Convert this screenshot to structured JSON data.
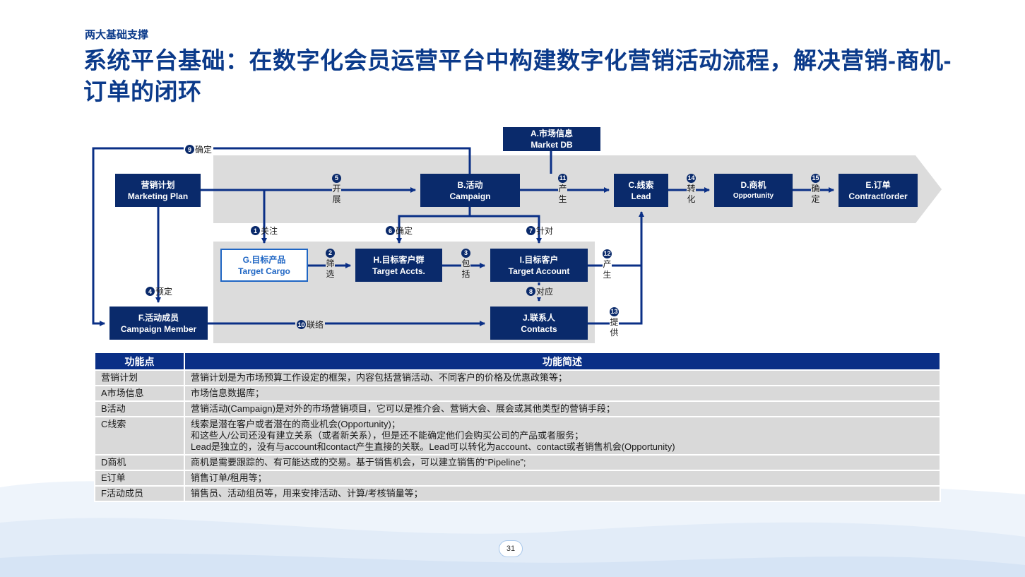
{
  "header": {
    "subtitle": "两大基础支撑",
    "title": "系统平台基础：在数字化会员运营平台中构建数字化营销活动流程，解决营销-商机-订单的闭环"
  },
  "colors": {
    "navy": "#0a2a6b",
    "accent_blue": "#1f66c4",
    "table_header": "#0a2f86",
    "table_cell": "#d9d9d9",
    "band": "#dcdcdc"
  },
  "boxes": {
    "market_db": {
      "l1": "A.市场信息",
      "l2": "Market DB"
    },
    "marketing_plan": {
      "l1": "营销计划",
      "l2": "Marketing Plan"
    },
    "campaign": {
      "l1": "B.活动",
      "l2": "Campaign"
    },
    "lead": {
      "l1": "C.线索",
      "l2": "Lead"
    },
    "opportunity": {
      "l1": "D.商机",
      "l2": "Opportunity"
    },
    "order": {
      "l1": "E.订单",
      "l2": "Contract/order"
    },
    "target_cargo": {
      "l1": "G.目标产品",
      "l2": "Target Cargo"
    },
    "target_accts": {
      "l1": "H.目标客户群",
      "l2": "Target Accts."
    },
    "target_account": {
      "l1": "I.目标客户",
      "l2": "Target Account"
    },
    "campaign_member": {
      "l1": "F.活动成员",
      "l2": "Campaign Member"
    },
    "contacts": {
      "l1": "J.联系人",
      "l2": "Contacts"
    }
  },
  "steps": {
    "s1": {
      "n": "1",
      "t": "关注"
    },
    "s2": {
      "n": "2",
      "t1": "筛",
      "t2": "选"
    },
    "s3": {
      "n": "3",
      "t1": "包",
      "t2": "括"
    },
    "s4": {
      "n": "4",
      "t": "预定"
    },
    "s5": {
      "n": "5",
      "t1": "开",
      "t2": "展"
    },
    "s6": {
      "n": "6",
      "t": "确定"
    },
    "s7": {
      "n": "7",
      "t": "针对"
    },
    "s8": {
      "n": "8",
      "t": "对应"
    },
    "s9": {
      "n": "9",
      "t": "确定"
    },
    "s10": {
      "n": "10",
      "t": "联络"
    },
    "s11": {
      "n": "11",
      "t1": "产",
      "t2": "生"
    },
    "s12": {
      "n": "12",
      "t1": "产",
      "t2": "生"
    },
    "s13": {
      "n": "13",
      "t1": "提",
      "t2": "供"
    },
    "s14": {
      "n": "14",
      "t1": "转",
      "t2": "化"
    },
    "s15": {
      "n": "15",
      "t1": "确",
      "t2": "定"
    }
  },
  "table": {
    "headers": [
      "功能点",
      "功能简述"
    ],
    "rows": [
      {
        "name": "营销计划",
        "desc": [
          "营销计划是为市场预算工作设定的框架，内容包括营销活动、不同客户的价格及优惠政策等；"
        ]
      },
      {
        "name": "A市场信息",
        "desc": [
          "市场信息数据库；"
        ]
      },
      {
        "name": "B活动",
        "desc": [
          "营销活动(Campaign)是对外的市场营销项目，它可以是推介会、营销大会、展会或其他类型的营销手段；"
        ]
      },
      {
        "name": "C线索",
        "desc": [
          "线索是潜在客户或者潜在的商业机会(Opportunity)；",
          "和这些人/公司还没有建立关系（或者新关系），但是还不能确定他们会购买公司的产品或者服务；",
          "Lead是独立的，没有与account和contact产生直接的关联。Lead可以转化为account、contact或者销售机会(Opportunity)"
        ]
      },
      {
        "name": "D商机",
        "desc": [
          "商机是需要跟踪的、有可能达成的交易。基于销售机会，可以建立销售的“Pipeline”;"
        ]
      },
      {
        "name": "E订单",
        "desc": [
          "销售订单/租用等；"
        ]
      },
      {
        "name": "F活动成员",
        "desc": [
          "销售员、活动组员等，用来安排活动、计算/考核销量等；"
        ]
      }
    ]
  },
  "footer": {
    "page_number": "31"
  }
}
